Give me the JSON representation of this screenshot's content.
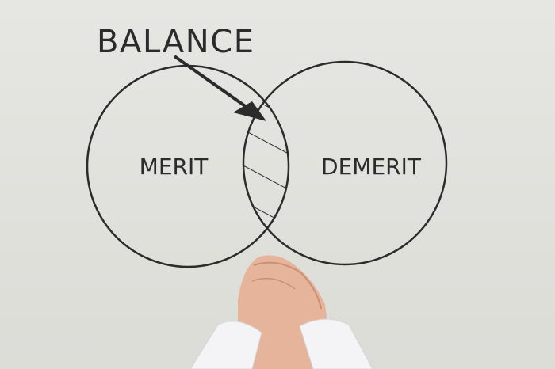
{
  "diagram": {
    "title": "BALANCE",
    "left_circle_label": "MERIT",
    "right_circle_label": "DEMERIT",
    "colors": {
      "background": "#e3e3df",
      "ink": "#2b2b2b",
      "skin": "#e8b9a0",
      "sleeve": "#f4f4f6"
    }
  }
}
